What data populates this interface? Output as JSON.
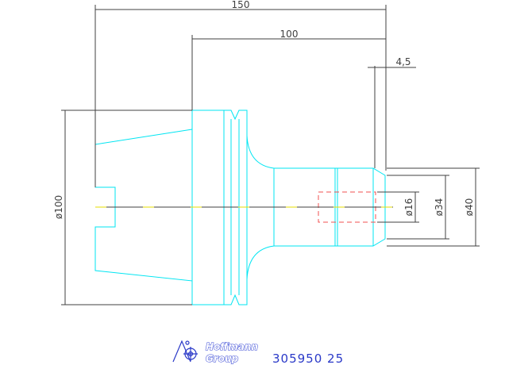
{
  "dimensions": {
    "overall_length": "150",
    "body_length": "100",
    "step_length": "4,5",
    "diameter_flange": "ø100",
    "diameter_bore": "ø16",
    "diameter_shank": "ø34",
    "diameter_collar": "ø40"
  },
  "logo": {
    "line1": "Hoffmann",
    "line2": "Group"
  },
  "part_number": "305950 25",
  "colors": {
    "outline": "#00e5f2",
    "dimension": "#404040",
    "centerline": "#e0d800",
    "hidden_bore": "#f05050",
    "brand": "#2a39c8"
  }
}
